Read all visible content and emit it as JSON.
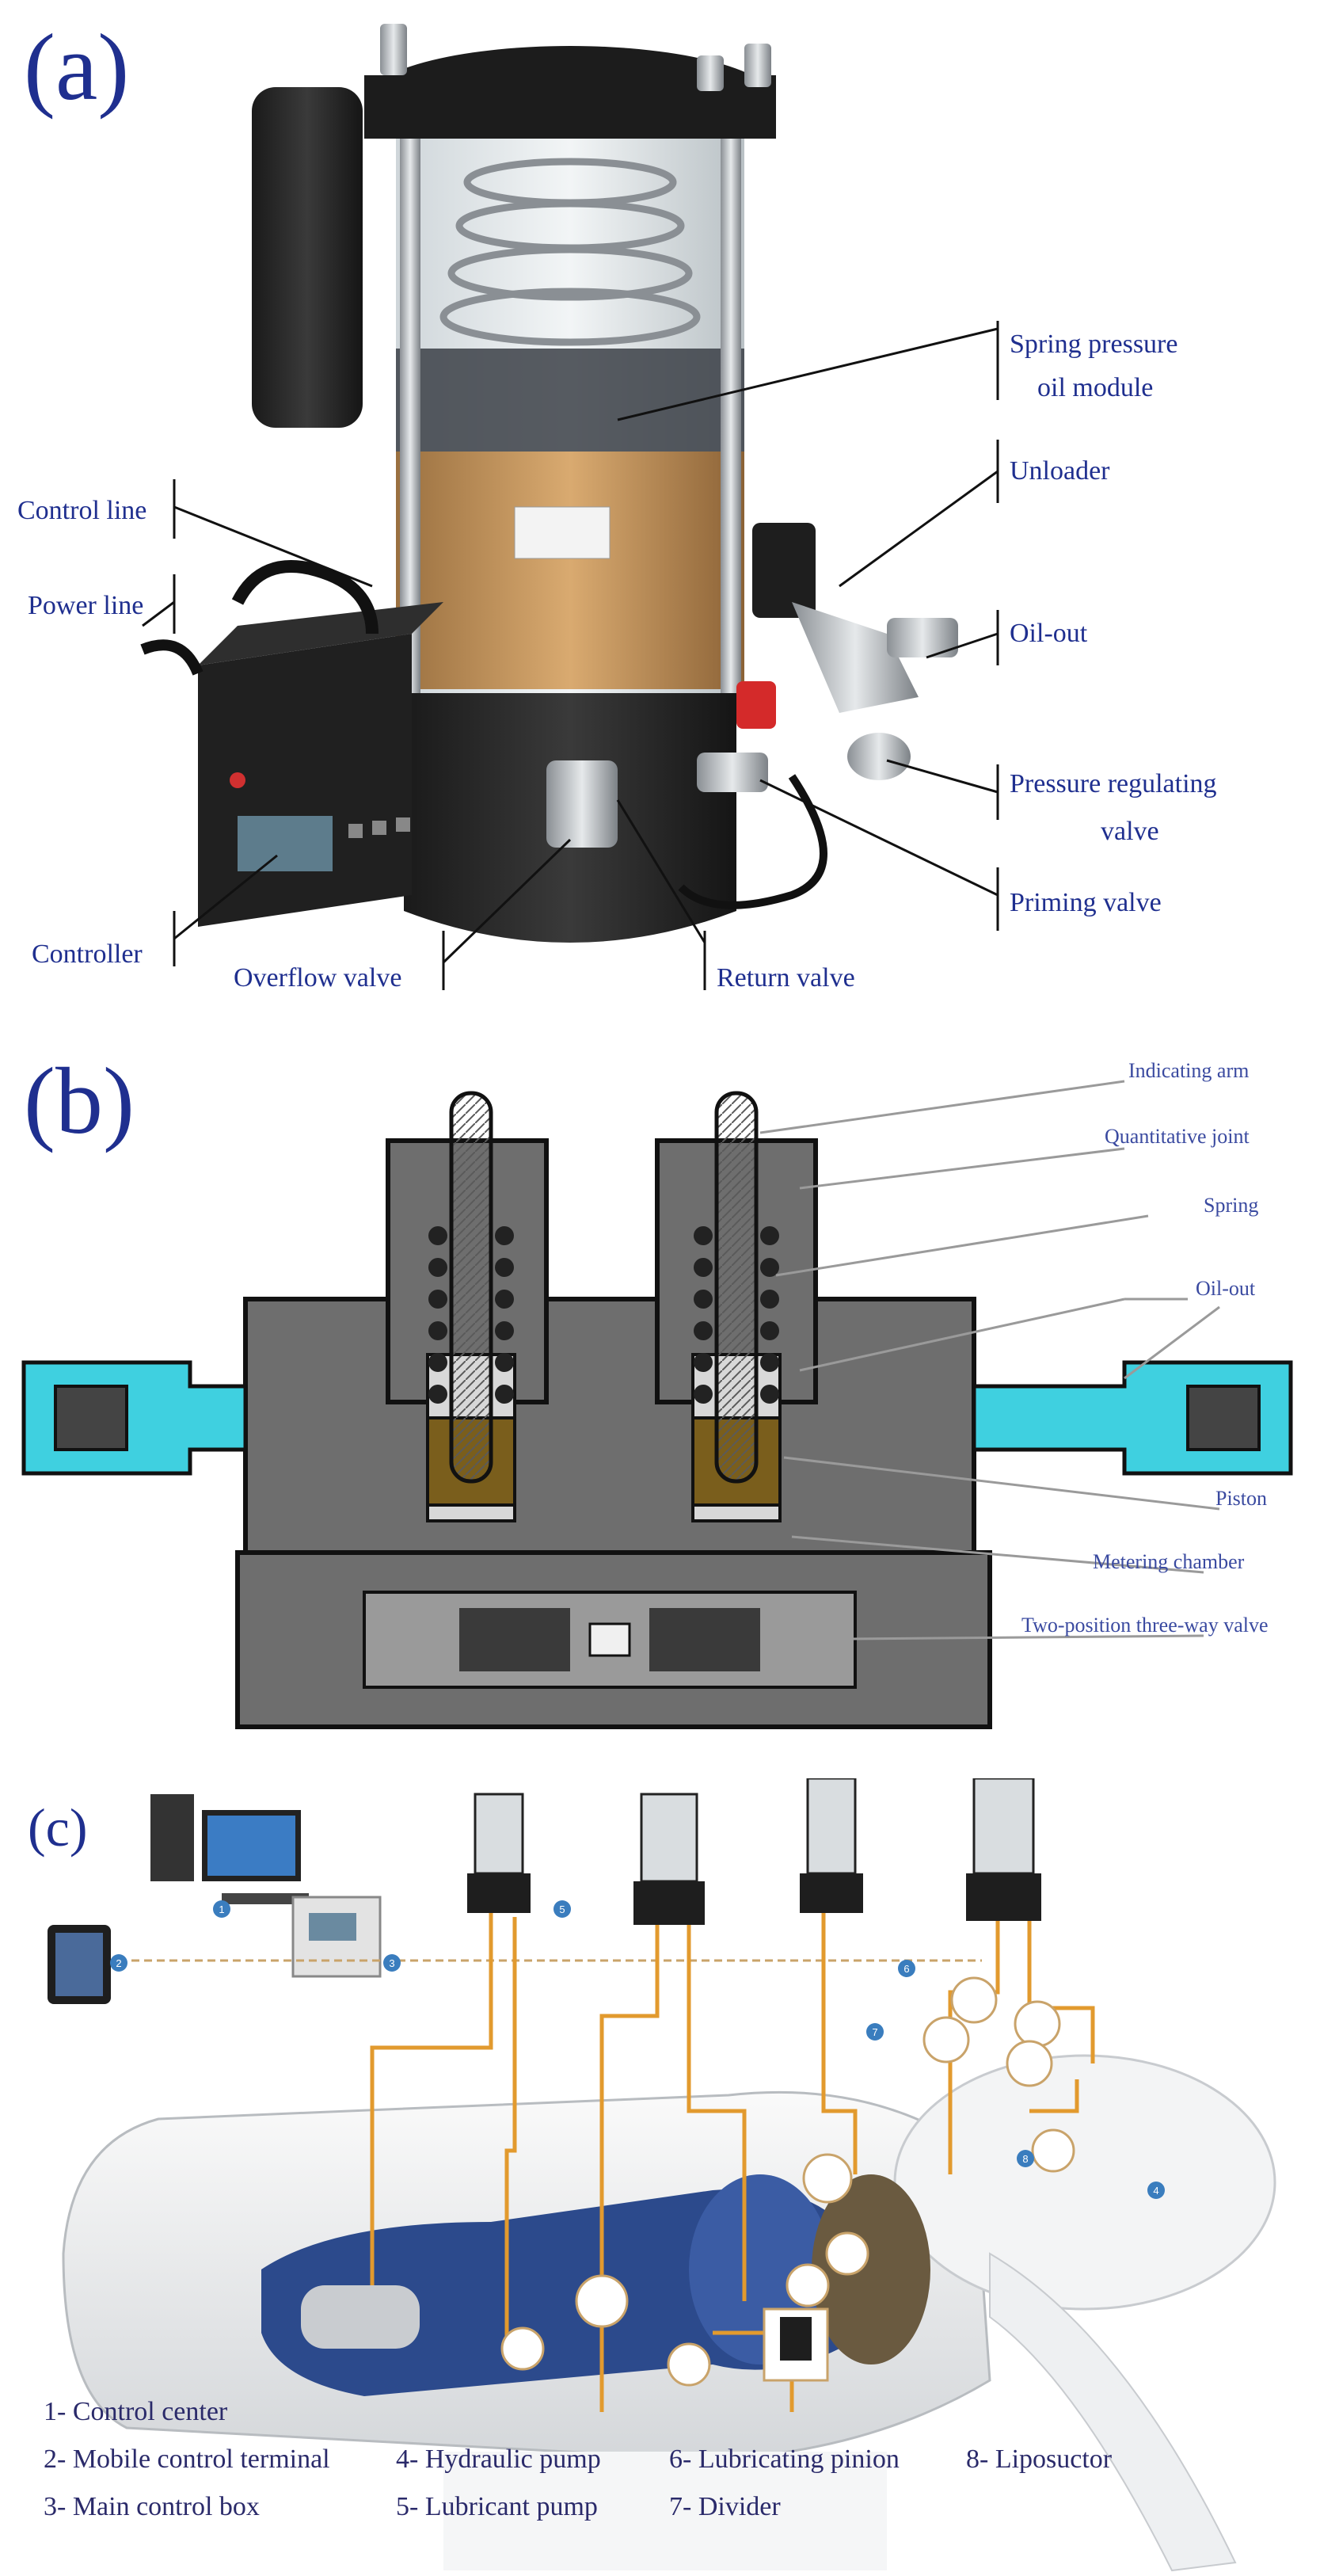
{
  "panel_a": {
    "label": "(a)",
    "callouts": {
      "spring_module": [
        "Spring pressure",
        "oil module"
      ],
      "unloader": "Unloader",
      "control_line": "Control line",
      "power_line": "Power line",
      "oil_out": "Oil-out",
      "pressure_regulating": [
        "Pressure regulating",
        "valve"
      ],
      "priming_valve": "Priming valve",
      "controller": "Controller",
      "overflow_valve": "Overflow valve",
      "return_valve": "Return valve"
    }
  },
  "panel_b": {
    "label": "(b)",
    "callouts": {
      "indicating_arm": "Indicating arm",
      "quantitative_joint": "Quantitative joint",
      "spring": "Spring",
      "oil_out": "Oil-out",
      "piston": "Piston",
      "metering_chamber": "Metering chamber",
      "two_position_valve": "Two-position three-way valve"
    }
  },
  "panel_c": {
    "label": "(c)",
    "badges": [
      "1",
      "2",
      "3",
      "4",
      "5",
      "6",
      "7",
      "8"
    ],
    "legend": {
      "col1": [
        "1- Control center",
        "2- Mobile control terminal",
        "3- Main control box"
      ],
      "col2": [
        "4- Hydraulic pump",
        "5- Lubricant pump"
      ],
      "col3": [
        "6- Lubricating pinion",
        "7- Divider"
      ],
      "col4": [
        "8- Liposuctor"
      ]
    }
  },
  "colors": {
    "label_blue": "#1f2f8f",
    "metal_grey": "#6e6e6e",
    "fitting_cyan": "#3fd0e0",
    "brass": "#8a6a1a",
    "oil_line": "#e29a2e",
    "nacelle_blue": "#2c4a8c"
  }
}
